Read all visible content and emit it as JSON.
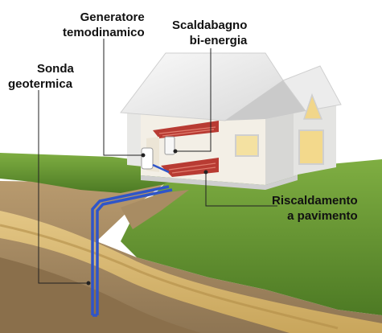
{
  "labels": {
    "generatore": [
      "Generatore",
      "temodinamico"
    ],
    "scaldabagno": [
      "Scaldabagno",
      "bi-energia"
    ],
    "sonda": [
      "Sonda",
      "geotermica"
    ],
    "riscaldamento": [
      "Riscaldamento",
      "a pavimento"
    ]
  },
  "colors": {
    "grass": "#5e8f2e",
    "wall": "#e6e6e4",
    "roof": "#f2f2f2",
    "floor_heating": "#b83b33",
    "probe_pipe": "#2f55c9",
    "soil": "#a8865b",
    "sand_layer": "#d8bb76",
    "leader_line": "#222222"
  }
}
